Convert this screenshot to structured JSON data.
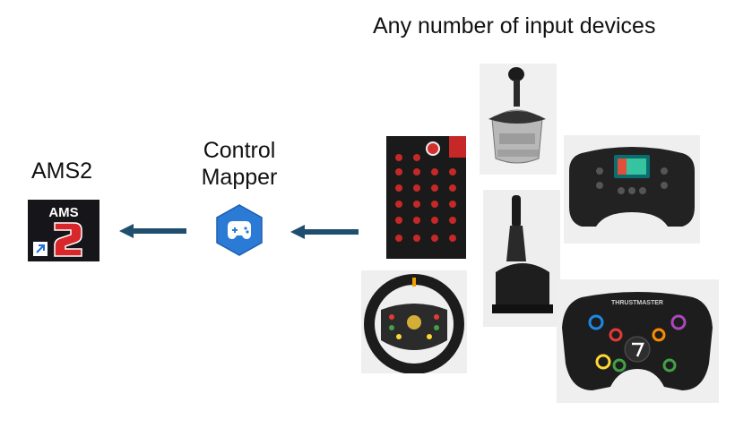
{
  "title": "Any number of input devices",
  "ams": {
    "label": "AMS2",
    "icon": "ams2-app-icon",
    "logo_text": "AMS"
  },
  "mapper": {
    "label_line1": "Control",
    "label_line2": "Mapper",
    "icon": "gamepad-hex-icon",
    "accent": "#2b7bd6"
  },
  "arrow_color": "#1f4e6e",
  "devices": [
    {
      "icon": "shifter-h-pattern-icon"
    },
    {
      "icon": "button-box-icon"
    },
    {
      "icon": "formula-wheel-icon"
    },
    {
      "icon": "sequential-shifter-icon"
    },
    {
      "icon": "round-wheel-icon"
    },
    {
      "icon": "open-wheel-icon",
      "brand": "THRUSTMASTER"
    }
  ]
}
